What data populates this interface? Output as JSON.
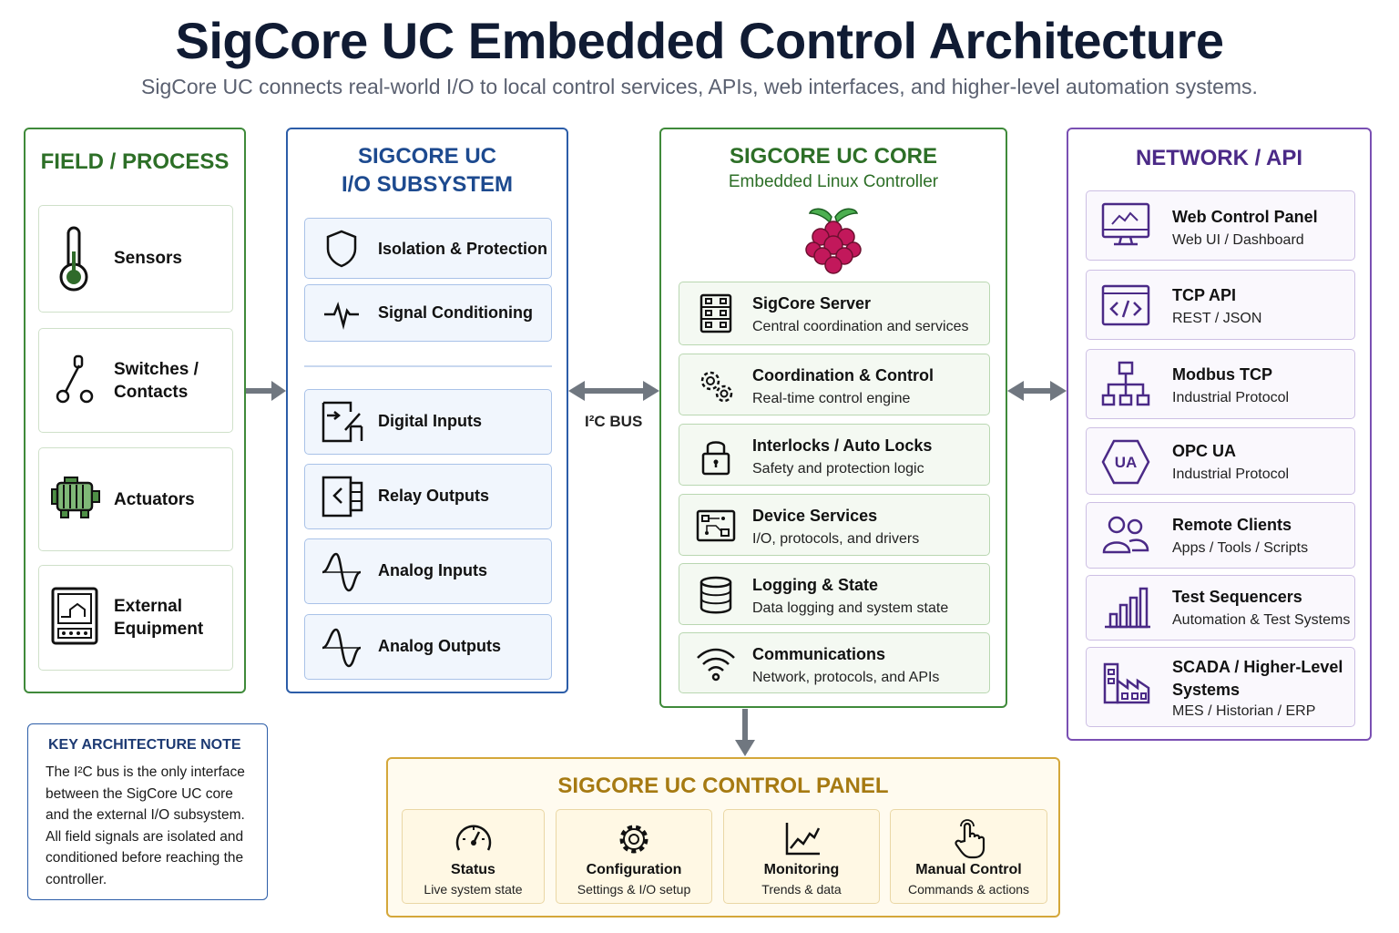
{
  "header": {
    "title": "SigCore UC Embedded Control Architecture",
    "subtitle": "SigCore UC connects real-world I/O to local control services, APIs, web interfaces, and higher-level automation systems."
  },
  "field": {
    "title": "FIELD / PROCESS",
    "items": [
      {
        "label": "Sensors",
        "icon": "thermometer-icon"
      },
      {
        "label": "Switches / Contacts",
        "icon": "switch-icon"
      },
      {
        "label": "Actuators",
        "icon": "motor-icon"
      },
      {
        "label": "External Equipment",
        "icon": "equipment-icon"
      }
    ]
  },
  "io": {
    "title_line1": "SIGCORE UC",
    "title_line2": "I/O SUBSYSTEM",
    "items": [
      {
        "label": "Isolation & Protection",
        "icon": "shield-icon"
      },
      {
        "label": "Signal Conditioning",
        "icon": "waveform-icon"
      },
      {
        "label": "Digital Inputs",
        "icon": "digital-input-icon"
      },
      {
        "label": "Relay Outputs",
        "icon": "relay-icon"
      },
      {
        "label": "Analog Inputs",
        "icon": "sine-icon"
      },
      {
        "label": "Analog Outputs",
        "icon": "sine-icon"
      }
    ]
  },
  "bus": {
    "label": "I²C BUS"
  },
  "core": {
    "title": "SIGCORE UC CORE",
    "subtitle": "Embedded Linux Controller",
    "logo": "raspberry-pi-logo",
    "items": [
      {
        "title": "SigCore Server",
        "desc": "Central coordination and services",
        "icon": "server-icon"
      },
      {
        "title": "Coordination & Control",
        "desc": "Real-time control engine",
        "icon": "gears-icon"
      },
      {
        "title": "Interlocks / Auto Locks",
        "desc": "Safety and protection logic",
        "icon": "lock-icon"
      },
      {
        "title": "Device Services",
        "desc": "I/O, protocols, and drivers",
        "icon": "circuit-board-icon"
      },
      {
        "title": "Logging & State",
        "desc": "Data logging and system state",
        "icon": "database-icon"
      },
      {
        "title": "Communications",
        "desc": "Network, protocols, and APIs",
        "icon": "wifi-icon"
      }
    ]
  },
  "network": {
    "title": "NETWORK / API",
    "items": [
      {
        "title": "Web Control Panel",
        "desc": "Web UI / Dashboard",
        "icon": "monitor-icon"
      },
      {
        "title": "TCP API",
        "desc": "REST / JSON",
        "icon": "code-icon"
      },
      {
        "title": "Modbus TCP",
        "desc": "Industrial Protocol",
        "icon": "network-tree-icon"
      },
      {
        "title": "OPC UA",
        "desc": "Industrial Protocol",
        "icon": "opc-ua-icon",
        "badge": "UA"
      },
      {
        "title": "Remote Clients",
        "desc": "Apps / Tools / Scripts",
        "icon": "users-icon"
      },
      {
        "title": "Test Sequencers",
        "desc": "Automation & Test Systems",
        "icon": "bar-chart-icon"
      },
      {
        "title": "SCADA / Higher-Level Systems",
        "title_line1": "SCADA / Higher-Level",
        "title_line2": "Systems",
        "desc": "MES / Historian / ERP",
        "icon": "factory-icon"
      }
    ]
  },
  "note": {
    "title": "KEY ARCHITECTURE NOTE",
    "body": "The I²C bus is the only interface between the SigCore UC core and the external I/O subsystem. All field signals are isolated and conditioned before reaching the controller."
  },
  "control_panel": {
    "title": "SIGCORE UC CONTROL PANEL",
    "items": [
      {
        "title": "Status",
        "desc": "Live system state",
        "icon": "gauge-icon"
      },
      {
        "title": "Configuration",
        "desc": "Settings & I/O setup",
        "icon": "gear-icon"
      },
      {
        "title": "Monitoring",
        "desc": "Trends & data",
        "icon": "trend-chart-icon"
      },
      {
        "title": "Manual Control",
        "desc": "Commands & actions",
        "icon": "hand-pointer-icon"
      }
    ]
  },
  "colors": {
    "field_green": "#3f8a3a",
    "io_blue": "#2c5da8",
    "network_purple": "#7a4fb3",
    "control_gold": "#d4a73a",
    "arrow_gray": "#707780"
  }
}
